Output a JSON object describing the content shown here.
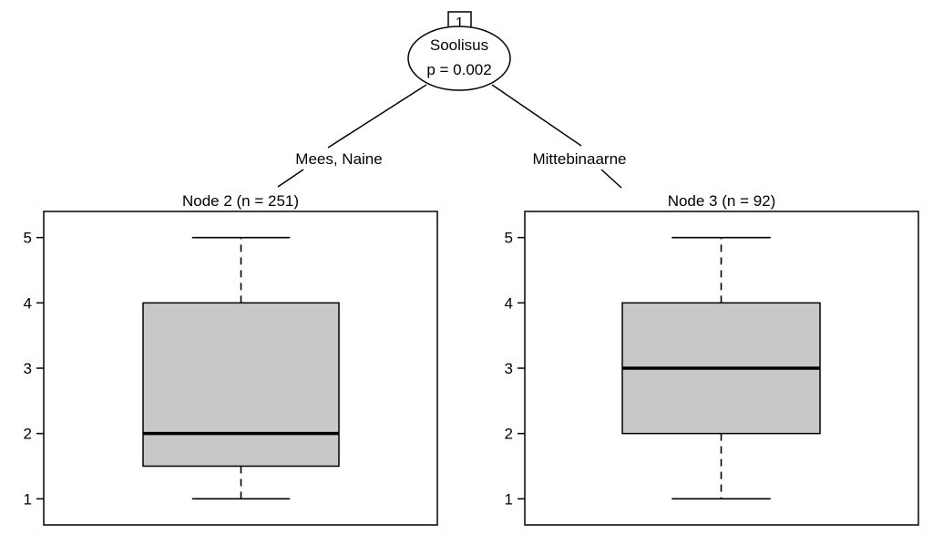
{
  "tree": {
    "root": {
      "id": "1",
      "variable": "Soolisus",
      "pvalue_text": "p = 0.002"
    },
    "edges": [
      {
        "label": "Mees, Naine"
      },
      {
        "label": "Mittebinaarne"
      }
    ]
  },
  "colors": {
    "box_fill": "#c8c8c8",
    "stroke": "#000000",
    "background": "#ffffff"
  },
  "chart_data": [
    {
      "type": "boxplot",
      "title": "Node 2 (n = 251)",
      "n": 251,
      "ylim": [
        0.6,
        5.4
      ],
      "yticks": [
        1,
        2,
        3,
        4,
        5
      ],
      "whisker_low": 1,
      "q1": 1.5,
      "median": 2,
      "q3": 4,
      "whisker_high": 5
    },
    {
      "type": "boxplot",
      "title": "Node 3 (n = 92)",
      "n": 92,
      "ylim": [
        0.6,
        5.4
      ],
      "yticks": [
        1,
        2,
        3,
        4,
        5
      ],
      "whisker_low": 1,
      "q1": 2,
      "median": 3,
      "q3": 4,
      "whisker_high": 5
    }
  ]
}
